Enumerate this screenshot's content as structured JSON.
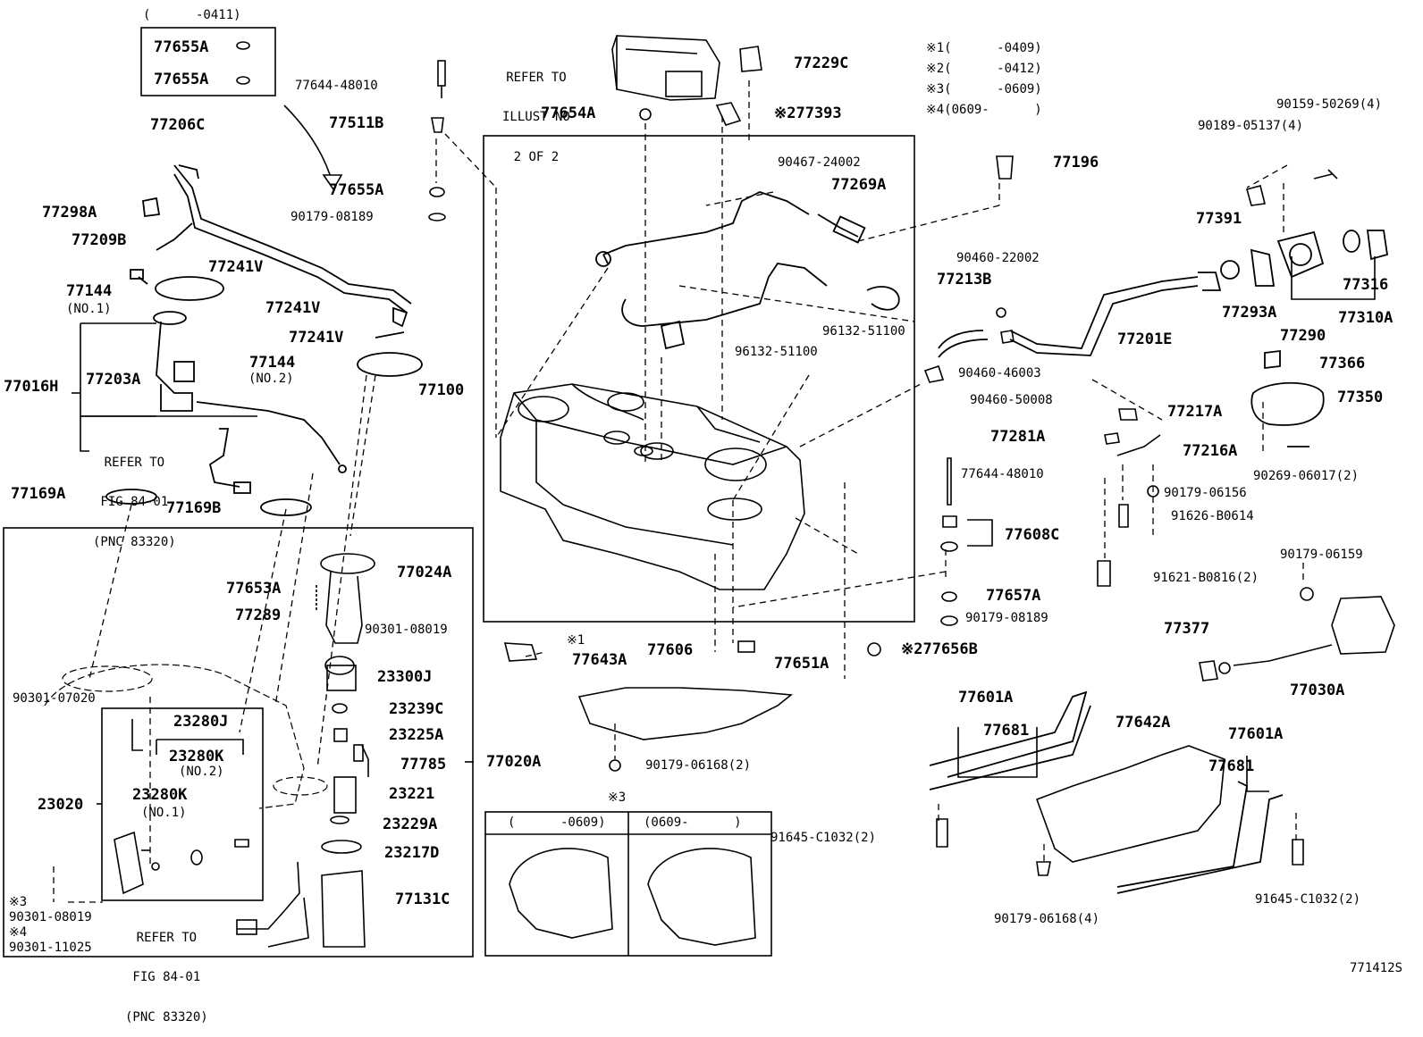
{
  "figure_id": "771412S",
  "notes": {
    "n1": "※1(      -0409)",
    "n2": "※2(      -0412)",
    "n3": "※3(      -0609)",
    "n4": "※4(0609-      )"
  },
  "date_box": {
    "range": "(      -0411)",
    "part_a": "77655A",
    "part_b": "77655A"
  },
  "refer_notes": {
    "canister": [
      "REFER TO",
      "ILLUST NO",
      "2 OF 2"
    ],
    "fig1": [
      "REFER TO",
      "FIG 84-01",
      "(PNC 83320)"
    ],
    "fig2": [
      "REFER TO",
      "FIG 84-01",
      "(PNC 83320)"
    ]
  },
  "sub_labels": {
    "no1_a": "(NO.1)",
    "no2_a": "(NO.2)",
    "no2_b": "(NO.2)",
    "no1_b": "(NO.1)",
    "x1": "※1",
    "x3_top": "※3",
    "x3_left": "※3",
    "x4_left": "※4"
  },
  "parts": {
    "p77644_48010_top": "77644-48010",
    "p77511B": "77511B",
    "p77655A_mid": "77655A",
    "p90179_08189_top": "90179-08189",
    "p77206C": "77206C",
    "p77298A": "77298A",
    "p77209B": "77209B",
    "p77241V_a": "77241V",
    "p77144_a": "77144",
    "p77241V_b": "77241V",
    "p77241V_c": "77241V",
    "p77144_b": "77144",
    "p77016H": "77016H",
    "p77203A": "77203A",
    "p77100": "77100",
    "p77169A": "77169A",
    "p77169B": "77169B",
    "p77654A": "77654A",
    "p77229C": "77229C",
    "p77393": "※277393",
    "p90467_24002": "90467-24002",
    "p77269A": "77269A",
    "p77196": "77196",
    "p90460_22002": "90460-22002",
    "p77213B": "77213B",
    "p96132_51100_a": "96132-51100",
    "p96132_51100_b": "96132-51100",
    "p90460_46003": "90460-46003",
    "p90460_50008": "90460-50008",
    "p77201E": "77201E",
    "p90159_50269": "90159-50269(4)",
    "p90189_05137": "90189-05137(4)",
    "p77391": "77391",
    "p77293A": "77293A",
    "p77290": "77290",
    "p77316": "77316",
    "p77310A": "77310A",
    "p77366": "77366",
    "p77350": "77350",
    "p90269_06017": "90269-06017(2)",
    "p77217A": "77217A",
    "p77281A": "77281A",
    "p77216A": "77216A",
    "p77644_48010_r": "77644-48010",
    "p90179_06156": "90179-06156",
    "p91626_B0614": "91626-B0614",
    "p77608C": "77608C",
    "p91621_B0816": "91621-B0816(2)",
    "p77657A": "77657A",
    "p90179_08189_r": "90179-08189",
    "p90179_06159": "90179-06159",
    "p77377": "77377",
    "p77030A": "77030A",
    "p77656B": "※277656B",
    "p77651A": "77651A",
    "p77606": "77606",
    "p77643A": "77643A",
    "p90179_06168_2": "90179-06168(2)",
    "p77024A": "77024A",
    "p77653A": "77653A",
    "p77289": "77289",
    "p90301_08019_a": "90301-08019",
    "p23300J": "23300J",
    "p23239C": "23239C",
    "p23225A": "23225A",
    "p77785": "77785",
    "p77020A": "77020A",
    "p23221": "23221",
    "p23229A": "23229A",
    "p23217D": "23217D",
    "p77131C": "77131C",
    "p90301_07020": "90301-07020",
    "p23280J": "23280J",
    "p23280K_a": "23280K",
    "p23280K_b": "23280K",
    "p23020": "23020",
    "p90301_08019_b": "90301-08019",
    "p90301_11025": "90301-11025",
    "p77601A_a": "77601A",
    "p77681_a": "77681",
    "p77642A": "77642A",
    "p77601A_b": "77601A",
    "p77681_b": "77681",
    "p91645_C1032_a": "91645-C1032(2)",
    "p91645_C1032_b": "91645-C1032(2)",
    "p90179_06168_4": "90179-06168(4)"
  },
  "inset": {
    "mark": "※3",
    "left_header": "(      -0609)",
    "right_header": "(0609-      )"
  }
}
